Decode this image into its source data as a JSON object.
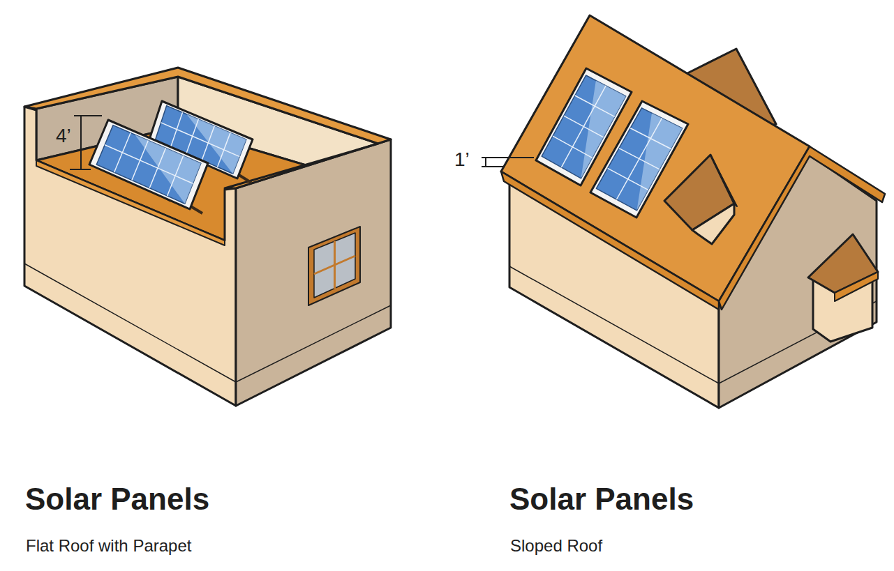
{
  "diagram": {
    "labels": [
      "4’",
      "1’",
      "Solar Panels",
      "Flat Roof with Parapet",
      "Solar Panels",
      "Sloped Roof"
    ]
  }
}
